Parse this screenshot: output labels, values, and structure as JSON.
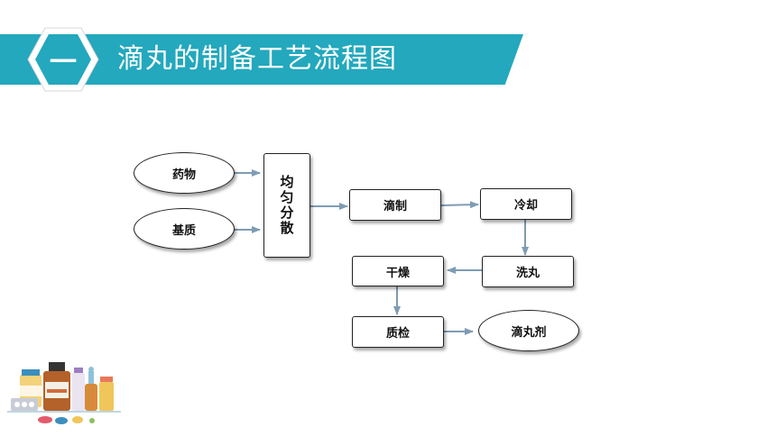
{
  "header": {
    "number": "一",
    "title": "滴丸的制备工艺流程图"
  },
  "diagram": {
    "nodes": {
      "drug": "药物",
      "base": "基质",
      "disperse": "均匀分散",
      "dripping": "滴制",
      "cooling": "冷却",
      "washing": "洗丸",
      "drying": "干燥",
      "inspection": "质检",
      "product": "滴丸剂"
    },
    "edges": [
      [
        "drug",
        "disperse"
      ],
      [
        "base",
        "disperse"
      ],
      [
        "disperse",
        "dripping"
      ],
      [
        "dripping",
        "cooling"
      ],
      [
        "cooling",
        "washing"
      ],
      [
        "washing",
        "drying"
      ],
      [
        "drying",
        "inspection"
      ],
      [
        "inspection",
        "product"
      ]
    ]
  },
  "colors": {
    "banner": "#23a8bd",
    "arrow": "#7e9cb4"
  },
  "icons": [
    "medicine-bottles-illustration"
  ]
}
